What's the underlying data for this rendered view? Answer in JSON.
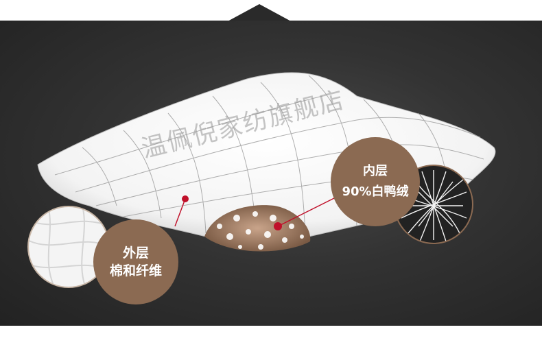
{
  "outer_layer": {
    "title": "外层",
    "material": "棉和纤维"
  },
  "inner_layer": {
    "title": "内层",
    "material": "90%白鸭绒"
  },
  "watermark": "温佩倪家纺旗舰店",
  "colors": {
    "background": "#2e2e2e",
    "label_circle": "#8b6a52",
    "pointer": "#c0102a"
  }
}
